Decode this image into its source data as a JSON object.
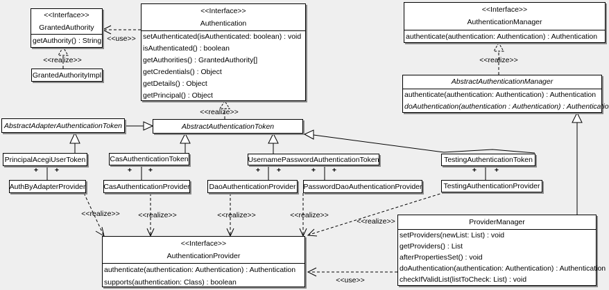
{
  "labels": {
    "realize": "&lt;&lt;realize&gt;&gt;",
    "realize_text": "<<realize>>",
    "use_text": "<<use>>",
    "plus": "+"
  },
  "classes": {
    "granted_authority": {
      "stereotype": "<<Interface>>",
      "name": "GrantedAuthority",
      "methods": [
        "getAuthority() : String"
      ]
    },
    "granted_authority_impl": {
      "name": "GrantedAuthorityImpl"
    },
    "authentication": {
      "stereotype": "<<Interface>>",
      "name": "Authentication",
      "methods": [
        "setAuthenticated(isAuthenticated: boolean) : void",
        "isAuthenticated() : boolean",
        "getAuthorities() : GrantedAuthority[]",
        "getCredentials() : Object",
        "getDetails() : Object",
        "getPrincipal() : Object"
      ]
    },
    "authentication_manager": {
      "stereotype": "<<Interface>>",
      "name": "AuthenticationManager",
      "methods": [
        "authenticate(authentication: Authentication) : Authentication"
      ]
    },
    "abstract_authentication_manager": {
      "name": "AbstractAuthenticationManager",
      "methods": [
        "authenticate(authentication: Authentication) : Authentication",
        "doAuthentication(authentication : Authentication) : Authentication"
      ]
    },
    "abstract_adapter_authentication_token": {
      "name": "AbstractAdapterAuthenticationToken"
    },
    "abstract_authentication_token": {
      "name": "AbstractAuthenticationToken"
    },
    "principal_acegi_user_token": {
      "name": "PrincipalAcegiUserToken"
    },
    "cas_authentication_token": {
      "name": "CasAuthenticationToken"
    },
    "username_password_authentication_token": {
      "name": "UsernamePasswordAuthenticationToken"
    },
    "testing_authentication_token": {
      "name": "TestingAuthenticationToken"
    },
    "auth_by_adapter_provider": {
      "name": "AuthByAdapterProvider"
    },
    "cas_authentication_provider": {
      "name": "CasAuthenticationProvider"
    },
    "dao_authentication_provider": {
      "name": "DaoAuthenticationProvider"
    },
    "password_dao_authentication_provider": {
      "name": "PasswordDaoAuthenticationProvider"
    },
    "testing_authentication_provider": {
      "name": "TestingAuthenticationProvider"
    },
    "provider_manager": {
      "name": "ProviderManager",
      "methods": [
        "setProviders(newList: List) : void",
        "getProviders() : List",
        "afterPropertiesSet() : void",
        "doAuthentication(authentication: Authentication) : Authentication",
        "checkIfValidList(listToCheck: List) : void"
      ]
    },
    "authentication_provider": {
      "stereotype": "<<Interface>>",
      "name": "AuthenticationProvider",
      "methods": [
        "authenticate(authentication: Authentication) : Authentication",
        "supports(authentication: Class) : boolean"
      ]
    }
  },
  "colors": {
    "background": "#efefef",
    "box_fill": "#ffffff",
    "line": "#000000",
    "shadow": "#8a8a8a"
  }
}
